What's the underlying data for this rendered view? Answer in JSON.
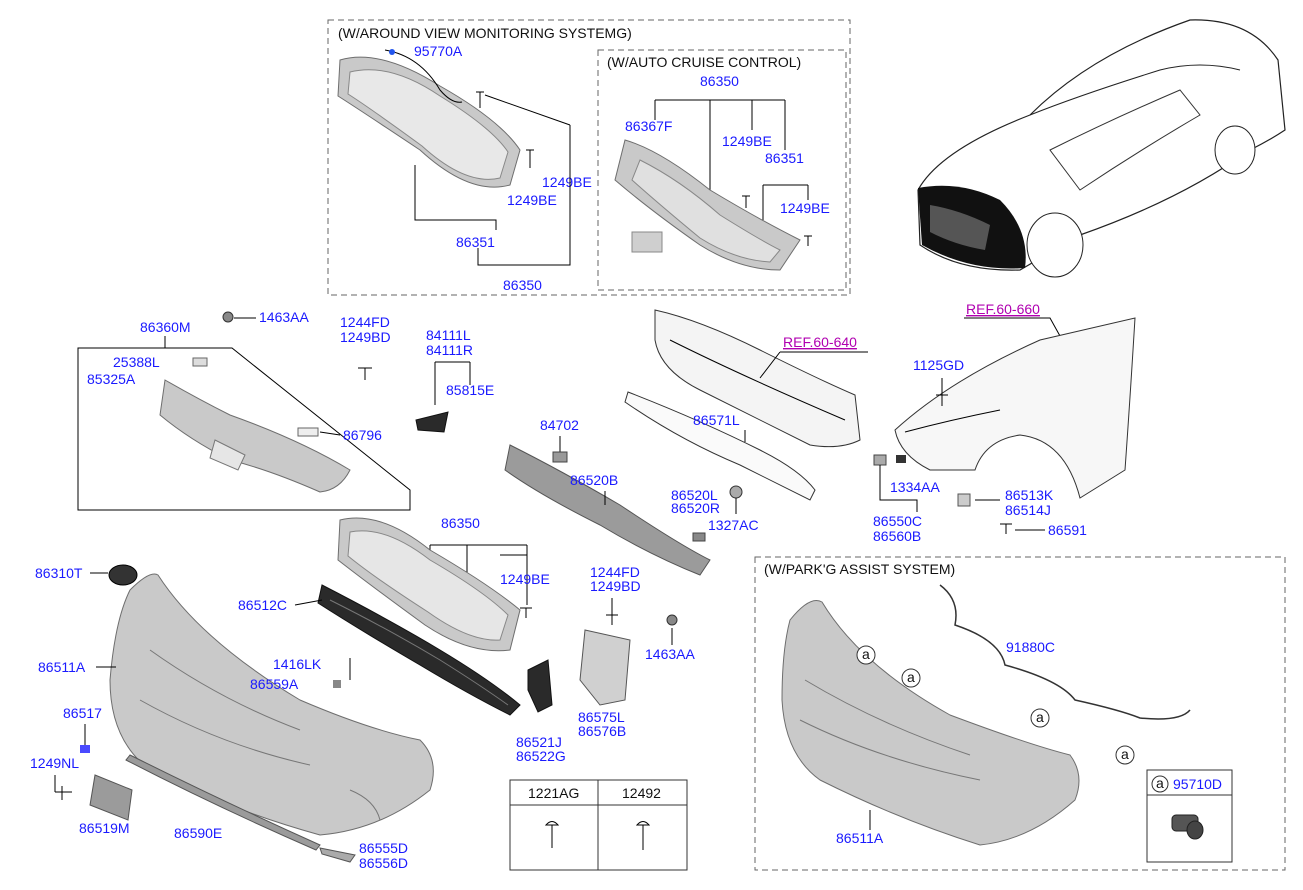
{
  "groups": {
    "avm": "(W/AROUND VIEW MONITORING SYSTEMG)",
    "acc": "(W/AUTO CRUISE CONTROL)",
    "pas": "(W/PARK'G ASSIST SYSTEM)"
  },
  "labels": {
    "p95770A": "95770A",
    "p1249BE_a": "1249BE",
    "p1249BE_b": "1249BE",
    "p86351_a": "86351",
    "p86350_a": "86350",
    "p86350_b": "86350",
    "p86367F": "86367F",
    "p1249BE_c": "1249BE",
    "p86351_b": "86351",
    "p1249BE_d": "1249BE",
    "p86360M": "86360M",
    "p1463AA_a": "1463AA",
    "p1244FD_a": "1244FD",
    "p1249BD_a": "1249BD",
    "p84111L": "84111L",
    "p84111R": "84111R",
    "p85815E": "85815E",
    "p25388L": "25388L",
    "p85325A": "85325A",
    "p86796": "86796",
    "p84702": "84702",
    "p86571L": "86571L",
    "p86520B": "86520B",
    "p86520L": "86520L",
    "p86520R": "86520R",
    "p1327AC": "1327AC",
    "p1125GD": "1125GD",
    "p1334AA": "1334AA",
    "p86550C": "86550C",
    "p86560B": "86560B",
    "p86513K": "86513K",
    "p86514J": "86514J",
    "p86591": "86591",
    "p86350_c": "86350",
    "p1249BE_e": "1249BE",
    "p86310T": "86310T",
    "p86512C": "86512C",
    "p86511A_a": "86511A",
    "p1416LK": "1416LK",
    "p86559A": "86559A",
    "p86517": "86517",
    "p1249NL": "1249NL",
    "p86519M": "86519M",
    "p86590E": "86590E",
    "p86555D": "86555D",
    "p86556D": "86556D",
    "p1244FD_b": "1244FD",
    "p1249BD_b": "1249BD",
    "p1463AA_b": "1463AA",
    "p86575L": "86575L",
    "p86576B": "86576B",
    "p86521J": "86521J",
    "p86522G": "86522G",
    "p91880C": "91880C",
    "p86511A_b": "86511A",
    "p95710D": "95710D"
  },
  "refs": {
    "ref640": "REF.60-640",
    "ref660": "REF.60-660"
  },
  "markers": {
    "a": "a"
  },
  "table": {
    "headers": [
      "1221AG",
      "12492"
    ]
  }
}
